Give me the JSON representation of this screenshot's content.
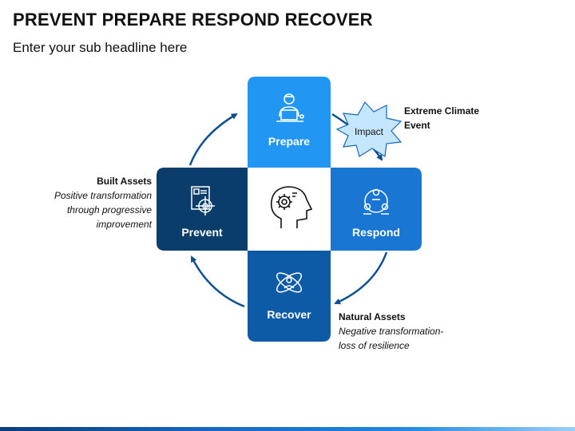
{
  "header": {
    "title": "PREVENT PREPARE RESPOND RECOVER",
    "subtitle": "Enter your sub headline here"
  },
  "blocks": {
    "prepare": {
      "label": "Prepare",
      "color": "#2196f3",
      "icon": "presenter-icon"
    },
    "respond": {
      "label": "Respond",
      "color": "#1976d2",
      "icon": "network-people-icon"
    },
    "recover": {
      "label": "Recover",
      "color": "#0d5aa7",
      "icon": "atom-person-icon"
    },
    "prevent": {
      "label": "Prevent",
      "color": "#0a3d6b",
      "icon": "target-document-icon"
    },
    "center": {
      "icon": "head-gear-icon"
    }
  },
  "impact": {
    "label": "Impact",
    "color": "#c5e6ff"
  },
  "annotations": {
    "climate": {
      "title": "Extreme Climate Event"
    },
    "built": {
      "title": "Built Assets",
      "body": "Positive transformation through progressive improvement"
    },
    "natural": {
      "title": "Natural Assets",
      "body": "Negative transformation-loss of resilience"
    }
  },
  "colors": {
    "arrow": "#0d4f91",
    "accent": "#2196f3"
  }
}
